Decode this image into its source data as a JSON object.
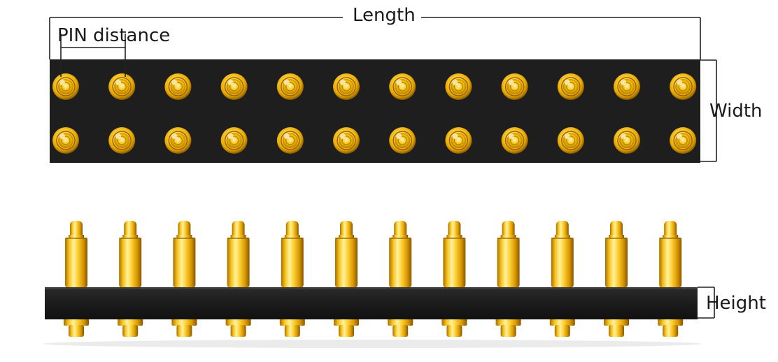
{
  "labels": {
    "length": "Length",
    "pin_distance": "PIN distance",
    "width": "Width",
    "height": "Height"
  },
  "connector": {
    "rows": 2,
    "pins_per_row": 12
  },
  "colors": {
    "body": "#1c1c1c",
    "gold": "#f2b705",
    "gold_dark": "#a86d00",
    "gold_light": "#ffe680",
    "dimension_line": "#222222"
  }
}
